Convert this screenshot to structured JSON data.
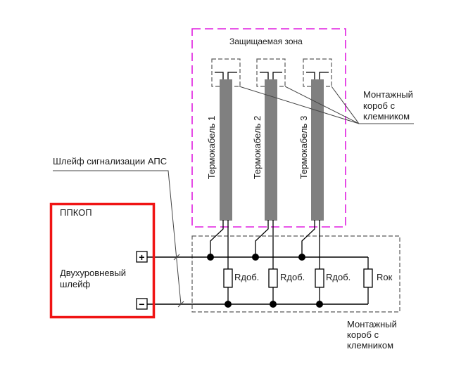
{
  "colors": {
    "protected_zone_border": "#e01ee0",
    "panel_border": "#f01414",
    "thermocable": "#808080",
    "junction_box_border": "#5a5a5a",
    "wire": "#000000"
  },
  "protected_zone": {
    "title": "Защищаемая зона"
  },
  "cables": [
    {
      "label": "Термокабель 1"
    },
    {
      "label": "Термокабель 2"
    },
    {
      "label": "Термокабель 3"
    }
  ],
  "junction_box_top_label": {
    "lines": [
      "Монтажный",
      "короб с",
      "клемником"
    ]
  },
  "junction_box_bottom_label": {
    "lines": [
      "Монтажный",
      "короб с",
      "клемником"
    ]
  },
  "loop_label": "Шлейф сигнализации АПС",
  "panel": {
    "title": "ППКОП",
    "description_lines": [
      "Двухуровневый",
      "шлейф"
    ],
    "plus_terminal": "+",
    "minus_terminal": "−"
  },
  "resistors": [
    {
      "label": "Rдоб."
    },
    {
      "label": "Rдоб."
    },
    {
      "label": "Rдоб."
    },
    {
      "label": "Rок"
    }
  ]
}
